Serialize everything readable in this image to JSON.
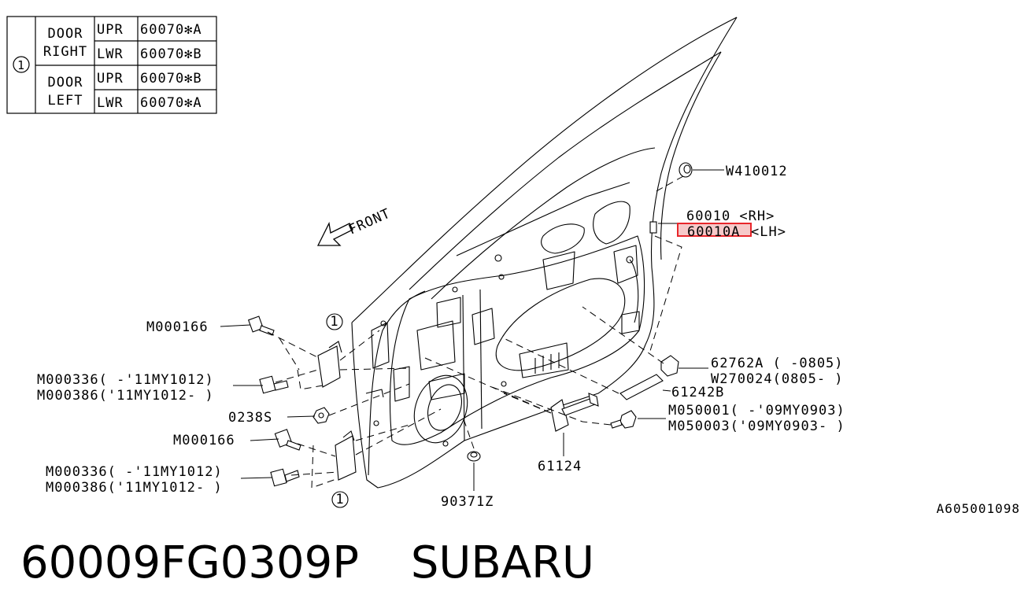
{
  "legend_table": {
    "marker": "1",
    "rows": [
      {
        "group": [
          "DOOR",
          "RIGHT"
        ],
        "parts": [
          {
            "pos": "UPR",
            "code": "60070✻A"
          },
          {
            "pos": "LWR",
            "code": "60070✻B"
          }
        ]
      },
      {
        "group": [
          "DOOR",
          "LEFT"
        ],
        "parts": [
          {
            "pos": "UPR",
            "code": "60070✻B"
          },
          {
            "pos": "LWR",
            "code": "60070✻A"
          }
        ]
      }
    ]
  },
  "front_label": "FRONT",
  "callouts": {
    "w410012": "W410012",
    "p60010_rh": "60010 <RH>",
    "p60010a_code": "60010A",
    "p60010a_side": "<LH>",
    "m000166_top": "M000166",
    "m000336_top": "M000336( -'11MY1012)",
    "m000386_top": "M000386('11MY1012- )",
    "p02385": "0238S",
    "m000166_bottom": "M000166",
    "m000336_bottom": "M000336( -'11MY1012)",
    "m000386_bottom": "M000386('11MY1012- )",
    "p90371z": "90371Z",
    "p61124": "61124",
    "p62762a": "62762A ( -0805)",
    "w270024": "W270024(0805- )",
    "p61242b": "61242B",
    "m050001": "M050001( -'09MY0903)",
    "m050003": "M050003('09MY0903- )",
    "ref1_top": "1",
    "ref1_bottom": "1"
  },
  "highlight_color": "#e8262b",
  "highlight_fill": "#f6c9c9",
  "diagram_id": "A605001098",
  "footer": {
    "part_number": "60009FG0309P",
    "brand": "SUBARU"
  }
}
